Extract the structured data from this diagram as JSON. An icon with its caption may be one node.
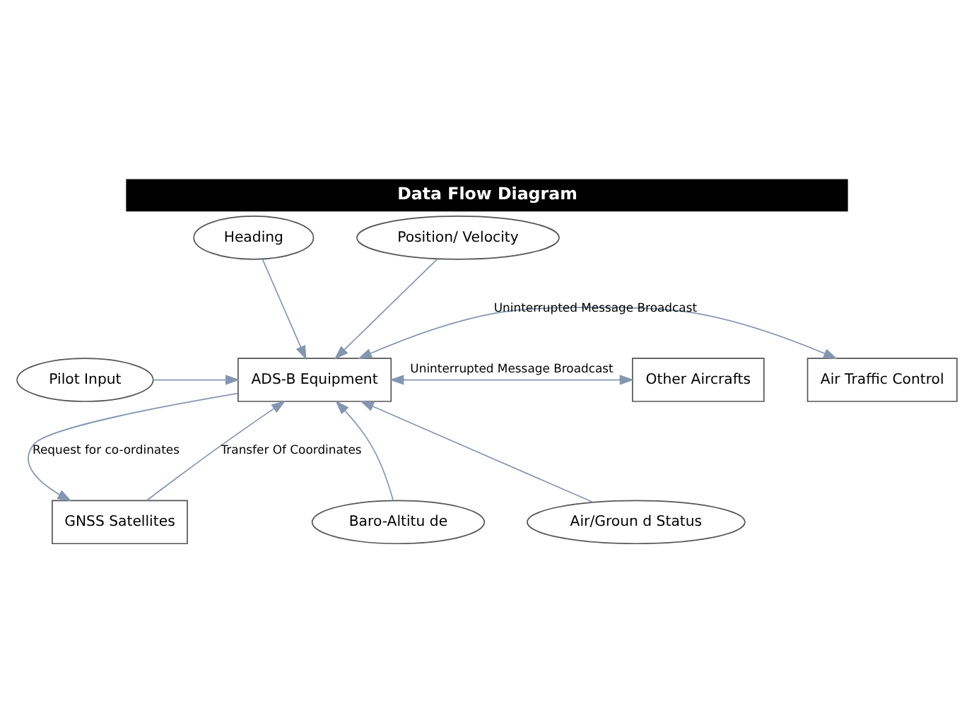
{
  "diagram": {
    "title": "Data Flow Diagram",
    "nodes": [
      {
        "text": [
          "Heading"
        ]
      },
      {
        "text": [
          "Position/ Velocity"
        ]
      },
      {
        "text": [
          "Air Traffic Control"
        ]
      },
      {
        "text": [
          "Pilot Input"
        ]
      },
      {
        "text": [
          "ADS-B Equipment"
        ]
      },
      {
        "text": [
          "Other Aircrafts"
        ]
      },
      {
        "text": [
          "Baro-Altitu de"
        ]
      },
      {
        "text": [
          "GNSS Satellites"
        ]
      },
      {
        "text": [
          "Air/Groun d Status"
        ]
      }
    ],
    "edges": [
      {
        "from": 0,
        "to": 4,
        "arrow": "to"
      },
      {
        "from": 1,
        "to": 4,
        "arrow": "to"
      },
      {
        "from": 3,
        "to": 4,
        "arrow": "to"
      },
      {
        "from": 4,
        "to": 2,
        "arrow": "both",
        "label": "Uninterrupted Message Broadcast"
      },
      {
        "from": 4,
        "to": 5,
        "arrow": "both",
        "label": "Uninterrupted Message Broadcast"
      },
      {
        "from": 4,
        "to": 7,
        "arrow": "to",
        "label": "Request for co-ordinates"
      },
      {
        "from": 7,
        "to": 4,
        "arrow": "to",
        "label": "Transfer Of Coordinates"
      },
      {
        "from": 8,
        "to": 4,
        "arrow": "to"
      },
      {
        "from": 6,
        "to": 4,
        "arrow": "to"
      }
    ]
  }
}
